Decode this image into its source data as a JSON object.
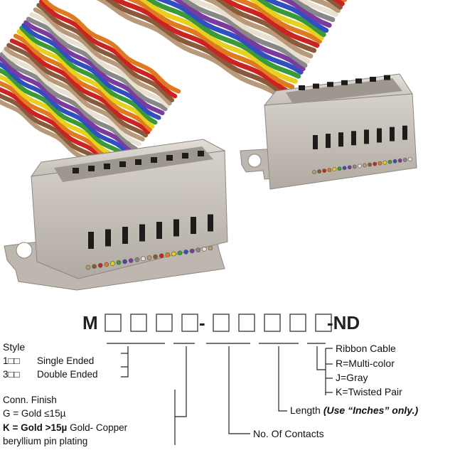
{
  "part_number": {
    "prefix": "M",
    "box": "□",
    "separator": "-",
    "suffix": "-ND"
  },
  "style": {
    "title": "Style",
    "options": [
      {
        "code": "1□□",
        "label": "Single Ended"
      },
      {
        "code": "3□□",
        "label": "Double Ended"
      }
    ]
  },
  "finish": {
    "title": "Conn. Finish",
    "line1": "G = Gold ≤15µ",
    "line2_bold": "K = Gold >15µ",
    "line2_rest": " Gold- Copper",
    "line3": "beryllium pin plating"
  },
  "contacts": {
    "label": "No. Of Contacts"
  },
  "length": {
    "label": "Length",
    "note": "(Use “Inches” only.)"
  },
  "cable": {
    "title": "Ribbon Cable",
    "options": [
      "R=Multi-color",
      "J=Gray",
      "K=Twisted Pair"
    ]
  },
  "colors": {
    "connector": "#d2cdc6",
    "connector_shade": "#aaa49c",
    "line": "#222222",
    "wires": [
      "#b89a7a",
      "#8a5a3a",
      "#cc2222",
      "#e07a20",
      "#e8d020",
      "#3a9a3a",
      "#3050c0",
      "#7a3aa0",
      "#888888",
      "#e8e0d0"
    ]
  }
}
